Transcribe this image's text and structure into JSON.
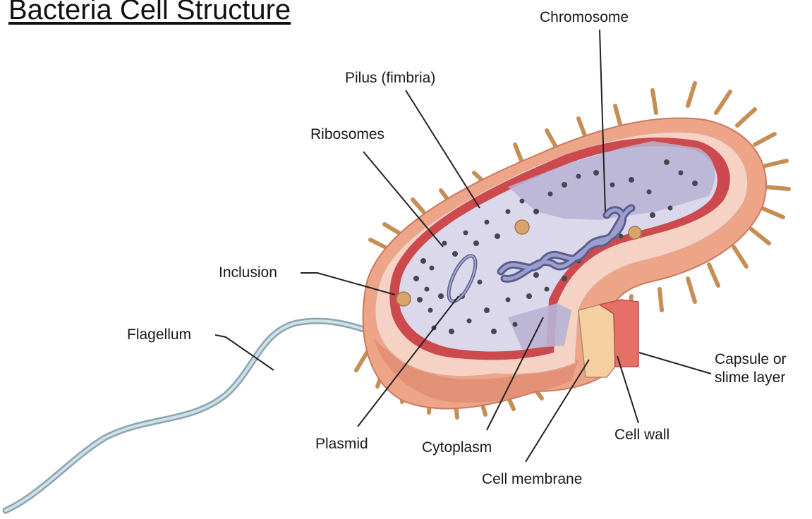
{
  "title": "Bacteria Cell Structure",
  "labels": {
    "chromosome": "Chromosome",
    "pilus": "Pilus (fimbria)",
    "ribosomes": "Ribosomes",
    "inclusion": "Inclusion",
    "flagellum": "Flagellum",
    "plasmid": "Plasmid",
    "cytoplasm": "Cytoplasm",
    "cell_membrane": "Cell membrane",
    "cell_wall": "Cell wall",
    "capsule_line1": "Capsule or",
    "capsule_line2": "slime layer"
  },
  "colors": {
    "capsule": "#eea486",
    "capsule_shade": "#d9826a",
    "cell_wall": "#f6d2c4",
    "membrane": "#cc4a4e",
    "cytoplasm": "#dcd8ec",
    "cytoplasm_shade": "#b9b3d5",
    "pili": "#c58e55",
    "ribosome": "#3e4a4e",
    "chromosome": "#7c7fb0",
    "flagellum": "#a8c0cc"
  }
}
